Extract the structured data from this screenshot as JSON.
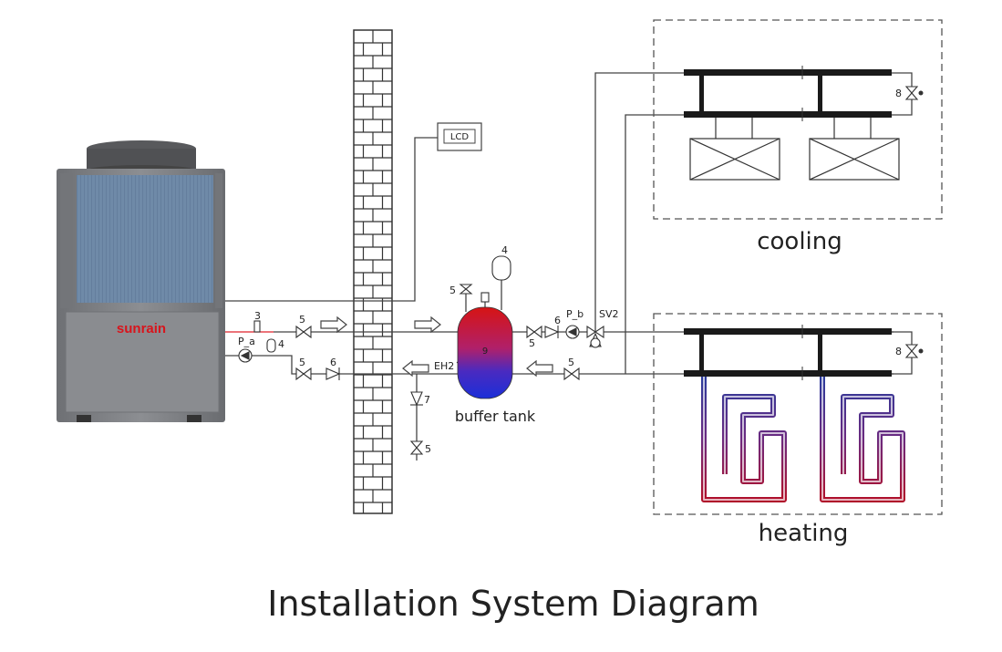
{
  "title": "Installation System Diagram",
  "labels": {
    "cooling": "cooling",
    "heating": "heating",
    "buffer_tank": "buffer tank",
    "lcd": "LCD",
    "brand": "sunrain",
    "pump_a": "P_a",
    "pump_b": "P_b",
    "valve_sv2": "SV2",
    "heater_eh2": "EH2",
    "tank_num": "9",
    "n3": "3",
    "n4a": "4",
    "n4b": "4",
    "n5a": "5",
    "n5b": "5",
    "n5c": "5",
    "n5d": "5",
    "n5e": "5",
    "n5f": "5",
    "n6a": "6",
    "n6b": "6",
    "n7": "7",
    "n8a": "8",
    "n8b": "8"
  },
  "colors": {
    "line": "#444444",
    "tank_hot": "#d81818",
    "tank_cold": "#1b2fd8",
    "brand": "#d8141c",
    "unit_body": "#808285",
    "coil_blue": "#2b3b9c",
    "coil_red": "#b0102a"
  }
}
